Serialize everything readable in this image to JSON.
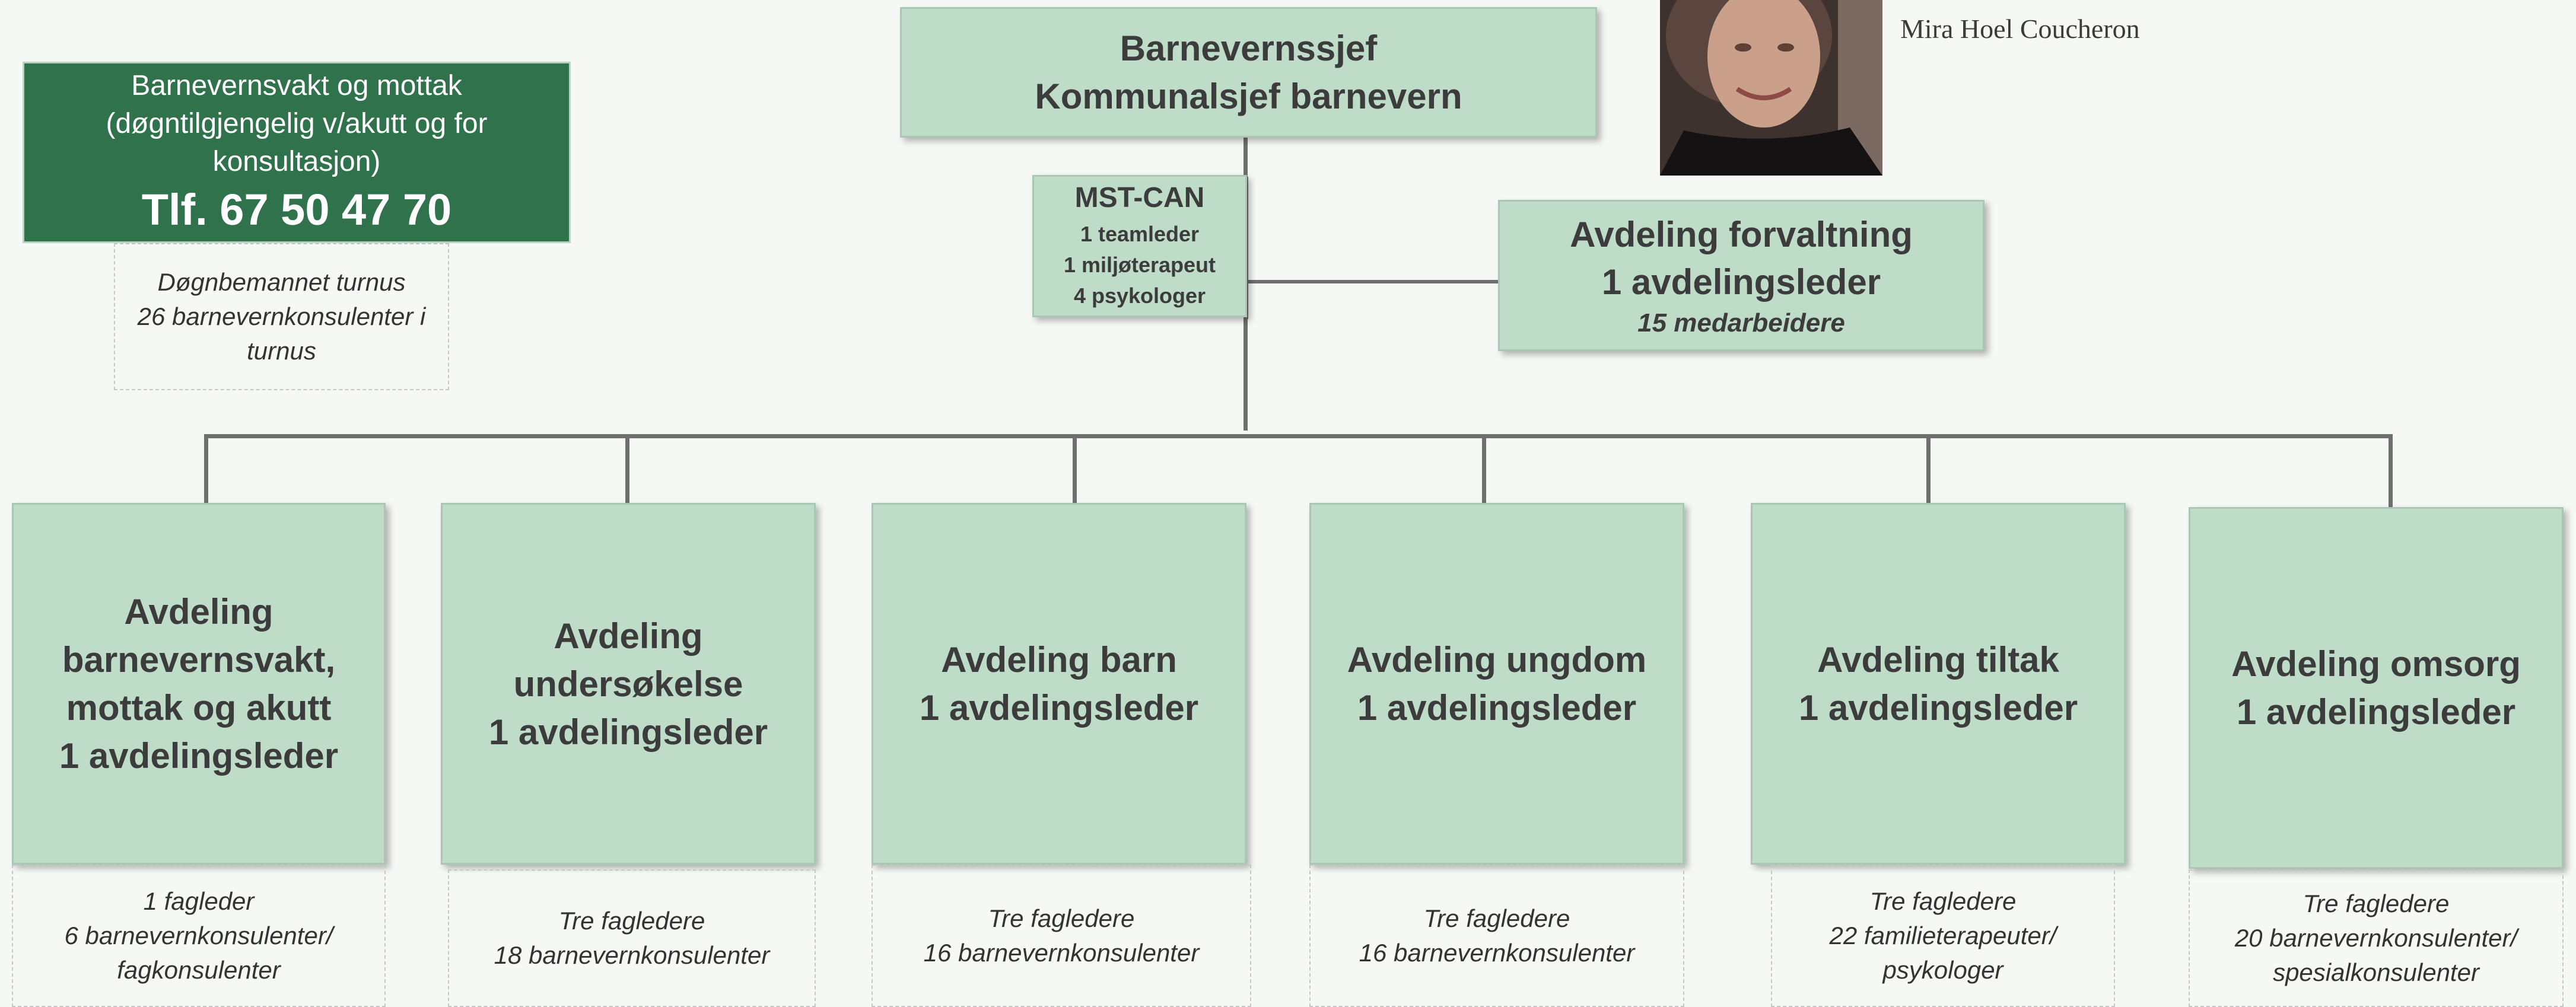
{
  "top": {
    "line1": "Barnevernssjef",
    "line2": "Kommunalsjef barnevern"
  },
  "person": {
    "name": "Mira Hoel Coucheron"
  },
  "vakt": {
    "text_line1": "Barnevernsvakt og mottak",
    "text_line2": "(døgntilgjengelig v/akutt og for",
    "text_line3": "konsultasjon)",
    "phone": "Tlf. 67 50 47 70",
    "note_line1": "Døgnbemannet turnus",
    "note_line2": "26 barnevernkonsulenter i",
    "note_line3": "turnus"
  },
  "mst": {
    "title": "MST-CAN",
    "line1": "1 teamleder",
    "line2": "1 miljøterapeut",
    "line3": "4 psykologer"
  },
  "forvaltning": {
    "line1": "Avdeling forvaltning",
    "line2": "1 avdelingsleder",
    "line3": "15 medarbeidere"
  },
  "departments": [
    {
      "lines": [
        "Avdeling",
        "barnevernsvakt,",
        "mottak og akutt",
        "1 avdelingsleder"
      ],
      "notes": [
        "1 fagleder",
        "6 barnevernkonsulenter/",
        "fagkonsulenter"
      ]
    },
    {
      "lines": [
        "Avdeling",
        "undersøkelse",
        "1 avdelingsleder"
      ],
      "notes": [
        "Tre fagledere",
        "18 barnevernkonsulenter"
      ]
    },
    {
      "lines": [
        "Avdeling barn",
        "1 avdelingsleder"
      ],
      "notes": [
        "Tre fagledere",
        "16 barnevernkonsulenter"
      ]
    },
    {
      "lines": [
        "Avdeling ungdom",
        "1 avdelingsleder"
      ],
      "notes": [
        "Tre fagledere",
        "16 barnevernkonsulenter"
      ]
    },
    {
      "lines": [
        "Avdeling tiltak",
        "1 avdelingsleder"
      ],
      "notes": [
        "Tre fagledere",
        "22 familieterapeuter/",
        "psykologer"
      ]
    },
    {
      "lines": [
        "Avdeling omsorg",
        "1 avdelingsleder"
      ],
      "notes": [
        "Tre fagledere",
        "20 barnevernkonsulenter/",
        "spesialkonsulenter"
      ]
    }
  ]
}
